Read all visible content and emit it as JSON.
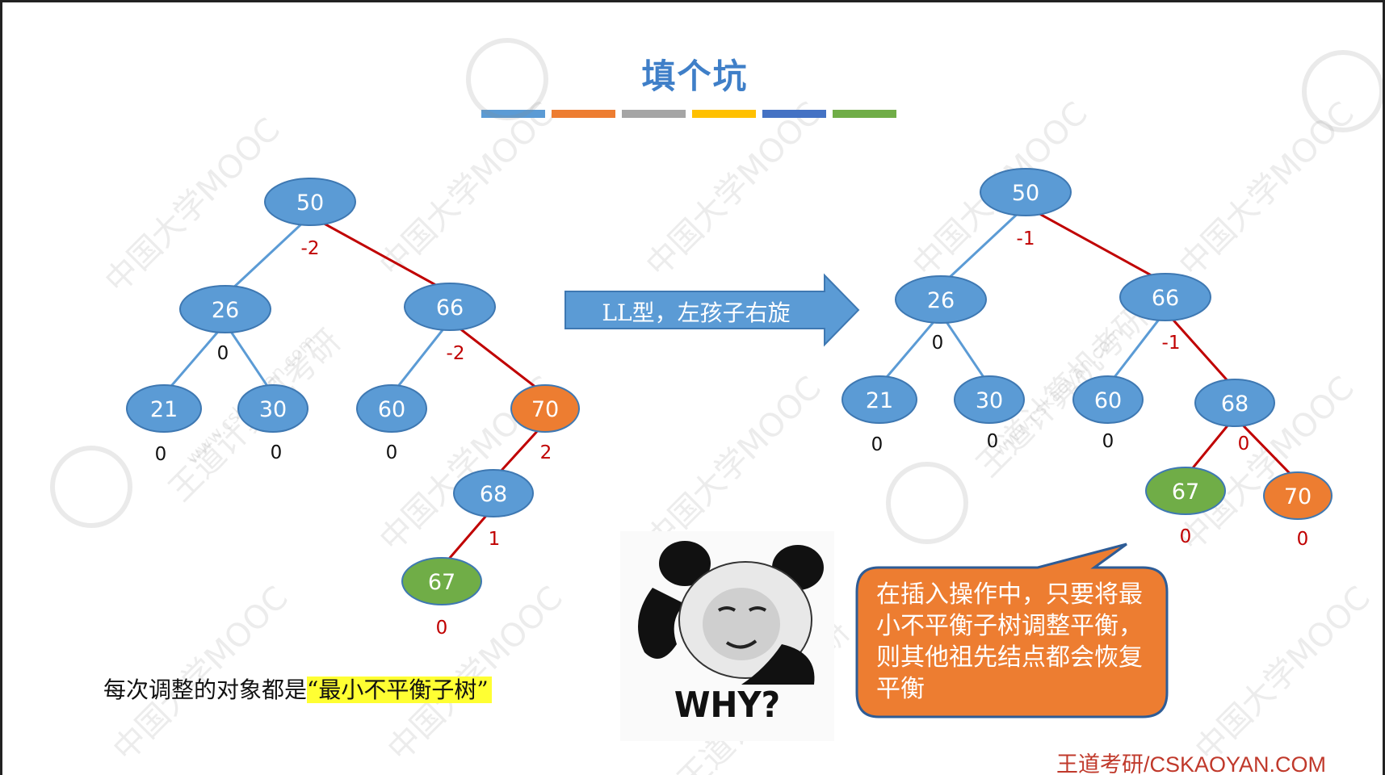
{
  "title": "填个坑",
  "title_bar_colors": [
    "#5B9BD5",
    "#ED7D31",
    "#A5A5A5",
    "#FFC000",
    "#4472C4",
    "#70AD47"
  ],
  "colors": {
    "node_blue": "#5B9BD5",
    "node_orange": "#ED7D31",
    "node_green": "#70AD47",
    "edge_blue": "#5B9BD5",
    "edge_red": "#C00000",
    "bf_red": "#C00000",
    "bf_black": "#111111"
  },
  "arrow_label": "LL型，左孩子右旋",
  "note": {
    "prefix": "每次调整的对象都是",
    "highlight": "“最小不平衡子树”"
  },
  "meme_text": "WHY?",
  "meme_icon": "panda-head-scratch",
  "callout": "在插入操作中，只要将最小不平衡子树调整平衡，则其他祖先结点都会恢复平衡",
  "footer": "王道考研/CSKAOYAN.COM",
  "watermark_texts": [
    "中国大学MOOC",
    "王道计算机考研",
    "www.cskaoyan.com"
  ],
  "tree_before": {
    "nodes": [
      {
        "id": "b50",
        "value": "50",
        "bf": "-2",
        "color": "blue",
        "bf_color": "red"
      },
      {
        "id": "b26",
        "value": "26",
        "bf": "0",
        "color": "blue",
        "bf_color": "black"
      },
      {
        "id": "b66",
        "value": "66",
        "bf": "-2",
        "color": "blue",
        "bf_color": "red"
      },
      {
        "id": "b21",
        "value": "21",
        "bf": "0",
        "color": "blue",
        "bf_color": "black"
      },
      {
        "id": "b30",
        "value": "30",
        "bf": "0",
        "color": "blue",
        "bf_color": "black"
      },
      {
        "id": "b60",
        "value": "60",
        "bf": "0",
        "color": "blue",
        "bf_color": "black"
      },
      {
        "id": "b70",
        "value": "70",
        "bf": "2",
        "color": "orange",
        "bf_color": "red"
      },
      {
        "id": "b68",
        "value": "68",
        "bf": "1",
        "color": "blue",
        "bf_color": "red"
      },
      {
        "id": "b67",
        "value": "67",
        "bf": "0",
        "color": "green",
        "bf_color": "red"
      }
    ],
    "edges": [
      {
        "from": "b50",
        "to": "b26",
        "color": "blue"
      },
      {
        "from": "b50",
        "to": "b66",
        "color": "red"
      },
      {
        "from": "b26",
        "to": "b21",
        "color": "blue"
      },
      {
        "from": "b26",
        "to": "b30",
        "color": "blue"
      },
      {
        "from": "b66",
        "to": "b60",
        "color": "blue"
      },
      {
        "from": "b66",
        "to": "b70",
        "color": "red"
      },
      {
        "from": "b70",
        "to": "b68",
        "color": "red"
      },
      {
        "from": "b68",
        "to": "b67",
        "color": "red"
      }
    ]
  },
  "tree_after": {
    "nodes": [
      {
        "id": "a50",
        "value": "50",
        "bf": "-1",
        "color": "blue",
        "bf_color": "red"
      },
      {
        "id": "a26",
        "value": "26",
        "bf": "0",
        "color": "blue",
        "bf_color": "black"
      },
      {
        "id": "a66",
        "value": "66",
        "bf": "-1",
        "color": "blue",
        "bf_color": "red"
      },
      {
        "id": "a21",
        "value": "21",
        "bf": "0",
        "color": "blue",
        "bf_color": "black"
      },
      {
        "id": "a30",
        "value": "30",
        "bf": "0",
        "color": "blue",
        "bf_color": "black"
      },
      {
        "id": "a60",
        "value": "60",
        "bf": "0",
        "color": "blue",
        "bf_color": "black"
      },
      {
        "id": "a68",
        "value": "68",
        "bf": "0",
        "color": "blue",
        "bf_color": "red"
      },
      {
        "id": "a67",
        "value": "67",
        "bf": "0",
        "color": "green",
        "bf_color": "red"
      },
      {
        "id": "a70",
        "value": "70",
        "bf": "0",
        "color": "orange",
        "bf_color": "red"
      }
    ],
    "edges": [
      {
        "from": "a50",
        "to": "a26",
        "color": "blue"
      },
      {
        "from": "a50",
        "to": "a66",
        "color": "red"
      },
      {
        "from": "a26",
        "to": "a21",
        "color": "blue"
      },
      {
        "from": "a26",
        "to": "a30",
        "color": "blue"
      },
      {
        "from": "a66",
        "to": "a60",
        "color": "blue"
      },
      {
        "from": "a66",
        "to": "a68",
        "color": "red"
      },
      {
        "from": "a68",
        "to": "a67",
        "color": "red"
      },
      {
        "from": "a68",
        "to": "a70",
        "color": "red"
      }
    ]
  }
}
